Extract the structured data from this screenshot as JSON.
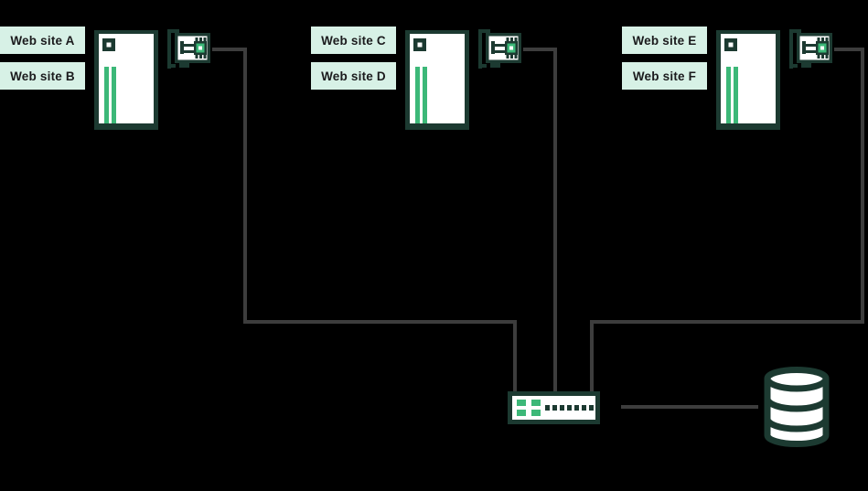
{
  "colors": {
    "background": "#000000",
    "outline_dark": "#1c3a31",
    "green": "#3cb878",
    "label_bg": "#d7f1e6",
    "label_text": "#1b1b1d",
    "connector": "#3d3d3d",
    "white": "#ffffff"
  },
  "groups": [
    {
      "labels": [
        "Web site A",
        "Web site B"
      ]
    },
    {
      "labels": [
        "Web site C",
        "Web site D"
      ]
    },
    {
      "labels": [
        "Web site E",
        "Web site F"
      ]
    }
  ],
  "icons": {
    "server": "server-tower-icon",
    "nic": "network-interface-card-icon",
    "switch": "network-switch-icon",
    "database": "database-icon"
  }
}
